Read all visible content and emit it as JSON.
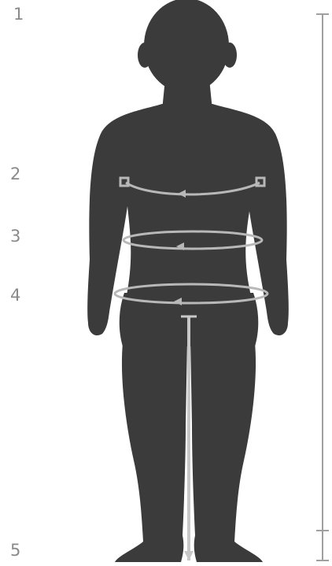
{
  "markers": [
    {
      "label": "1",
      "part": "head-top"
    },
    {
      "label": "2",
      "part": "chest"
    },
    {
      "label": "3",
      "part": "waist"
    },
    {
      "label": "4",
      "part": "hips"
    },
    {
      "label": "5",
      "part": "feet"
    }
  ],
  "colors": {
    "figure": "#3b3b3b",
    "measure_line": "#b8b8b8",
    "label": "#8a8a8a",
    "background": "#ffffff"
  }
}
